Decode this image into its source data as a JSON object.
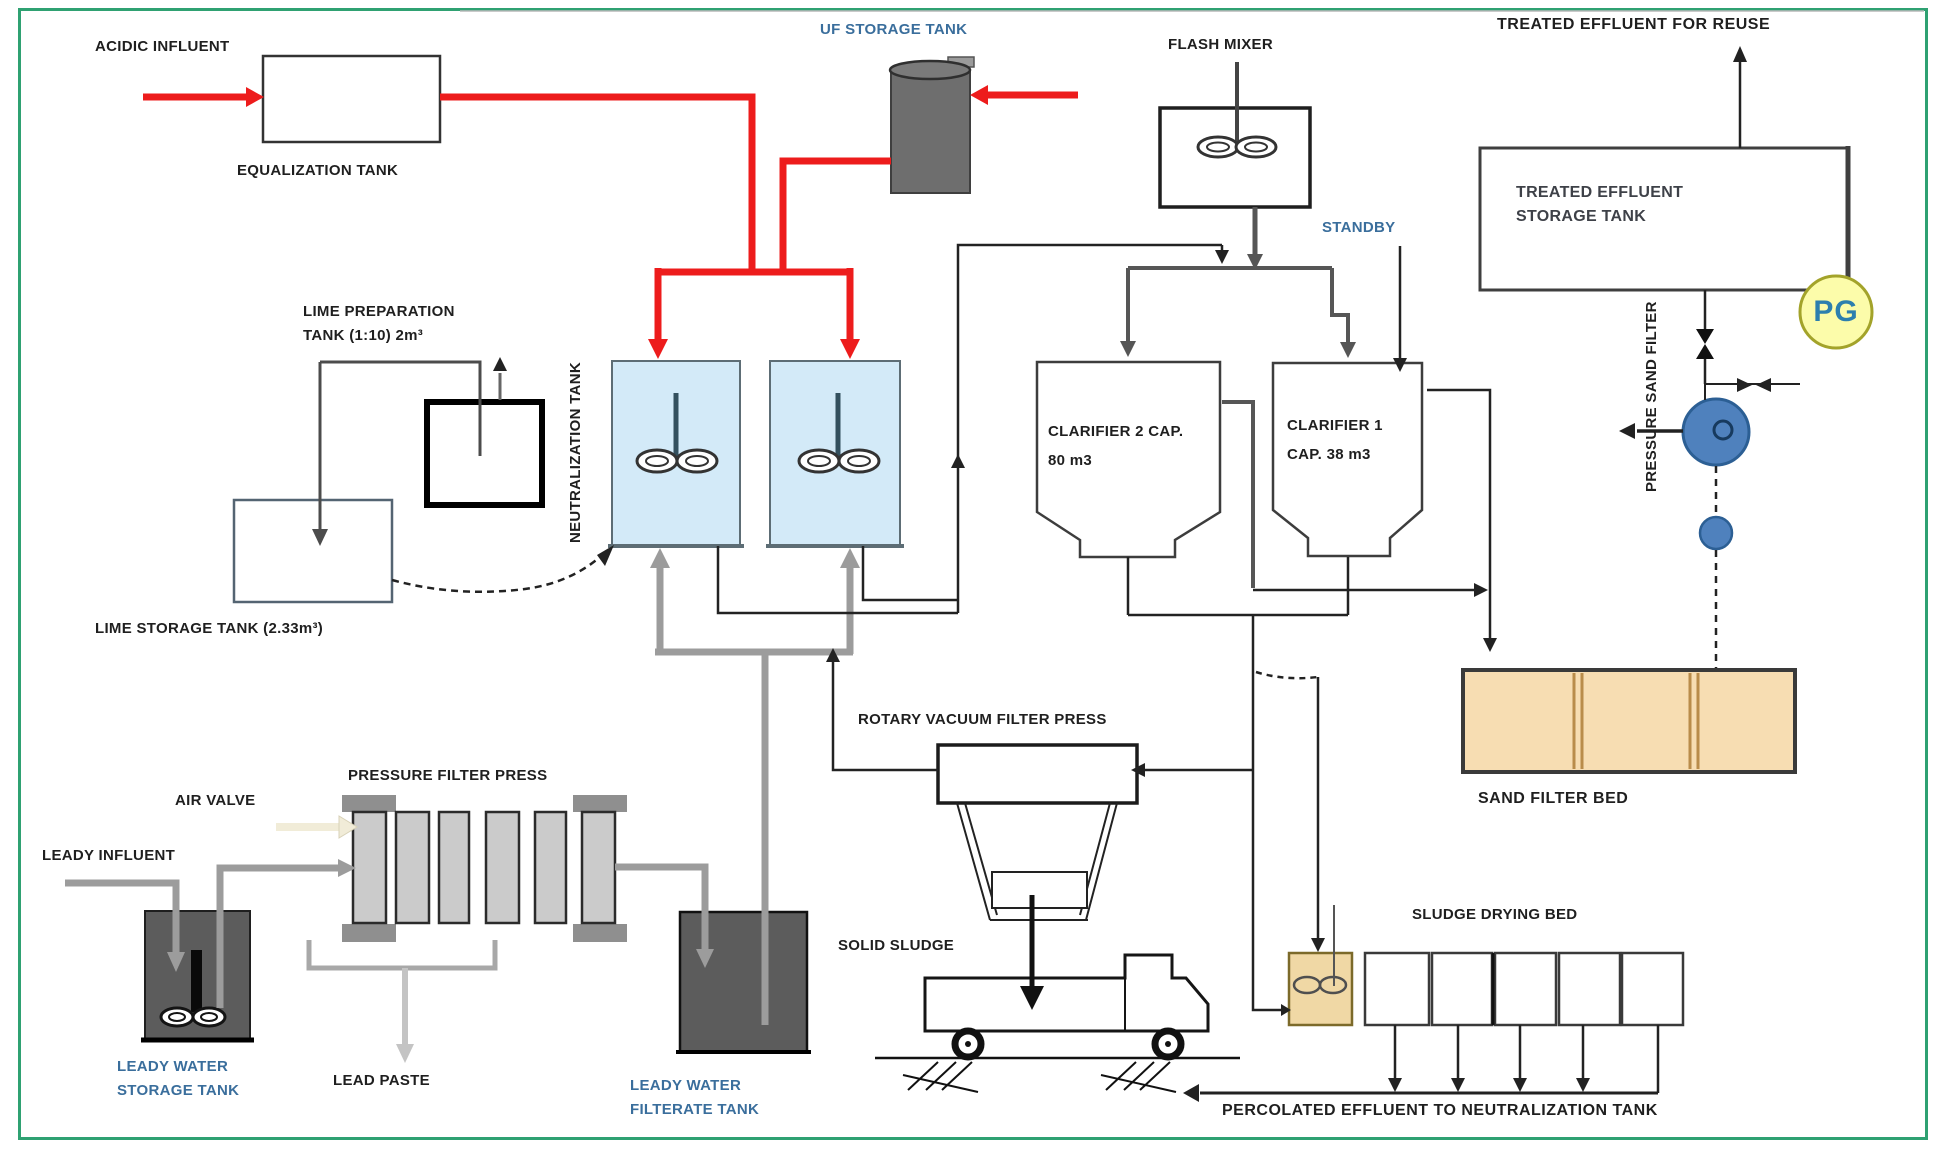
{
  "labels": {
    "acidic_influent": "ACIDIC INFLUENT",
    "equalization_tank": "EQUALIZATION TANK",
    "uf_storage_tank": "UF STORAGE TANK",
    "flash_mixer": "FLASH MIXER",
    "treated_effluent_for_reuse": "TREATED EFFLUENT  FOR REUSE",
    "treated_effluent_storage_tank_line1": "TREATED EFFLUENT",
    "treated_effluent_storage_tank_line2": "STORAGE TANK",
    "standby": "STANDBY",
    "lime_preparation_tank_line1": "LIME PREPARATION",
    "lime_preparation_tank_line2": "TANK (1:10) 2m³",
    "lime_storage_tank": "LIME STORAGE TANK (2.33m³)",
    "neutralization_tank": "NEUTRALIZATION TANK",
    "clarifier_2_line1": "CLARIFIER 2 CAP.",
    "clarifier_2_line2": "80 m3",
    "clarifier_1_line1": "CLARIFIER 1",
    "clarifier_1_line2": "CAP. 38 m3",
    "pressure_gauge": "PG",
    "pressure_sand_filter": "PRESSURE SAND FILTER",
    "sand_filter_bed": "SAND FILTER BED",
    "rotary_vacuum_filter_press": "ROTARY VACUUM FILTER PRESS",
    "pressure_filter_press": "PRESSURE FILTER PRESS",
    "air_valve": "AIR VALVE",
    "leady_influent": "LEADY INFLUENT",
    "leady_water_storage_tank_line1": "LEADY WATER",
    "leady_water_storage_tank_line2": "STORAGE TANK",
    "lead_paste": "LEAD PASTE",
    "leady_water_filtrate_tank_line1": "LEADY WATER",
    "leady_water_filtrate_tank_line2": "FILTERATE TANK",
    "solid_sludge": "SOLID SLUDGE",
    "sludge_drying_bed": "SLUDGE DRYING  BED",
    "percolated_effluent": "PERCOLATED EFFLUENT TO NEUTRALIZATION TANK"
  },
  "colors": {
    "border_green": "#2FA172",
    "pipe_red": "#ED1C1C",
    "pipe_gray": "#9C9C9C",
    "tank_blue_fill": "#D3EAF8",
    "sand_tan_fill": "#F7DDB2",
    "pump_blue_fill": "#4F81BD",
    "gauge_yellow_fill": "#FCFCAA",
    "label_blue": "#3A6E9C"
  }
}
